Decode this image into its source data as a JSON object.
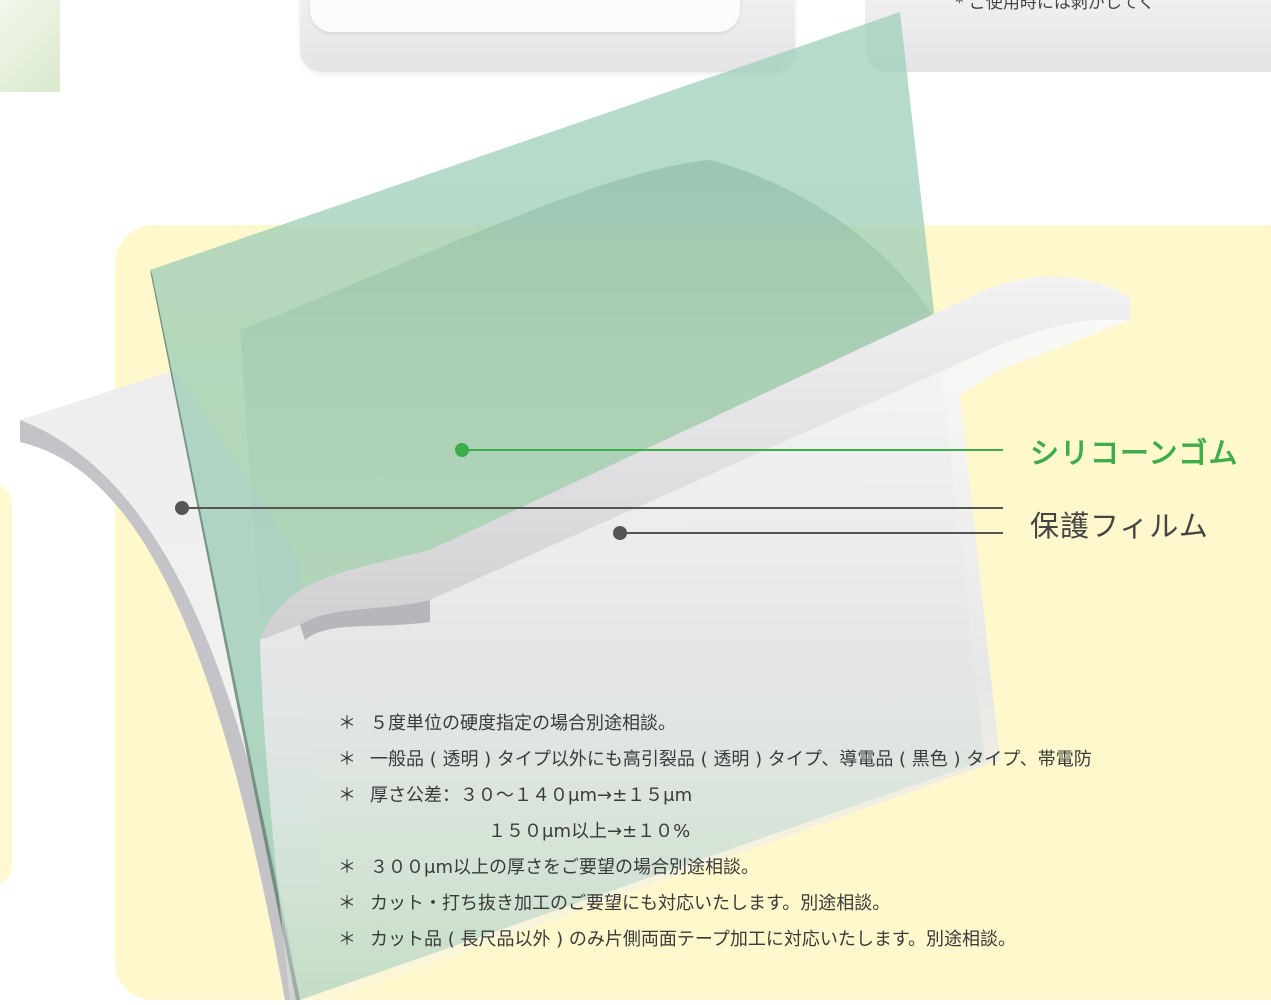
{
  "header": {
    "notice": "* ご使用時には剥がしてく"
  },
  "diagram": {
    "labels": {
      "silicone_rubber": "シリコーンゴム",
      "protective_film": "保護フィルム"
    },
    "colors": {
      "silicone": "#3cad48",
      "film_line": "#555555",
      "panel": "#fff8cc"
    }
  },
  "notes": {
    "mark": "＊",
    "items": [
      "５度単位の硬度指定の場合別途相談。",
      "一般品 ( 透明 ) タイプ以外にも高引裂品 ( 透明 ) タイプ、導電品 ( 黒色 ) タイプ、帯電防",
      "厚さ公差：３０〜１４０μm→±１５μm",
      "１５０μm以上→±１０%",
      "３００μm以上の厚さをご要望の場合別途相談。",
      "カット・打ち抜き加工のご要望にも対応いたします。別途相談。",
      "カット品 ( 長尺品以外 ) のみ片側両面テープ加工に対応いたします。別途相談。"
    ]
  }
}
